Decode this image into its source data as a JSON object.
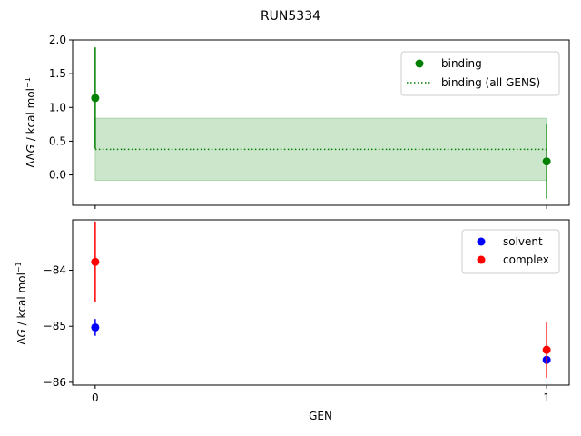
{
  "figure": {
    "title": "RUN5334",
    "xlabel": "GEN"
  },
  "chart_data": [
    {
      "type": "scatter",
      "panel": "top",
      "ylabel_prefix": "ΔΔ",
      "ylabel_var": "G",
      "ylabel_unit": " / kcal mol",
      "ylabel_sup": "−1",
      "xlim": [
        -0.05,
        1.05
      ],
      "ylim": [
        -0.45,
        2.0
      ],
      "xticks": [
        0,
        1
      ],
      "xtick_labels": [
        "",
        ""
      ],
      "yticks": [
        0.0,
        0.5,
        1.0,
        1.5,
        2.0
      ],
      "ytick_labels": [
        "0.0",
        "0.5",
        "1.0",
        "1.5",
        "2.0"
      ],
      "legend_position": "upper right",
      "series": [
        {
          "name": "binding",
          "kind": "errorbar",
          "color": "#008000",
          "x": [
            0,
            1
          ],
          "y": [
            1.14,
            0.2
          ],
          "yerr": [
            0.75,
            0.55
          ]
        },
        {
          "name": "binding (all GENS)",
          "kind": "hline_band",
          "color": "#008000",
          "x": [
            0,
            1
          ],
          "y": 0.38,
          "band": [
            -0.08,
            0.84
          ]
        }
      ]
    },
    {
      "type": "scatter",
      "panel": "bottom",
      "ylabel_prefix": "Δ",
      "ylabel_var": "G",
      "ylabel_unit": " / kcal mol",
      "ylabel_sup": "−1",
      "xlim": [
        -0.05,
        1.05
      ],
      "ylim": [
        -86.05,
        -83.1
      ],
      "xticks": [
        0,
        1
      ],
      "xtick_labels": [
        "0",
        "1"
      ],
      "yticks": [
        -86,
        -85,
        -84
      ],
      "ytick_labels": [
        "−86",
        "−85",
        "−84"
      ],
      "legend_position": "upper right",
      "series": [
        {
          "name": "solvent",
          "kind": "errorbar",
          "color": "#0000ff",
          "x": [
            0,
            1
          ],
          "y": [
            -85.02,
            -85.6
          ],
          "yerr": [
            0.15,
            0.05
          ]
        },
        {
          "name": "complex",
          "kind": "errorbar",
          "color": "#ff0000",
          "x": [
            0,
            1
          ],
          "y": [
            -83.85,
            -85.42
          ],
          "yerr": [
            0.72,
            0.5
          ]
        }
      ]
    }
  ]
}
